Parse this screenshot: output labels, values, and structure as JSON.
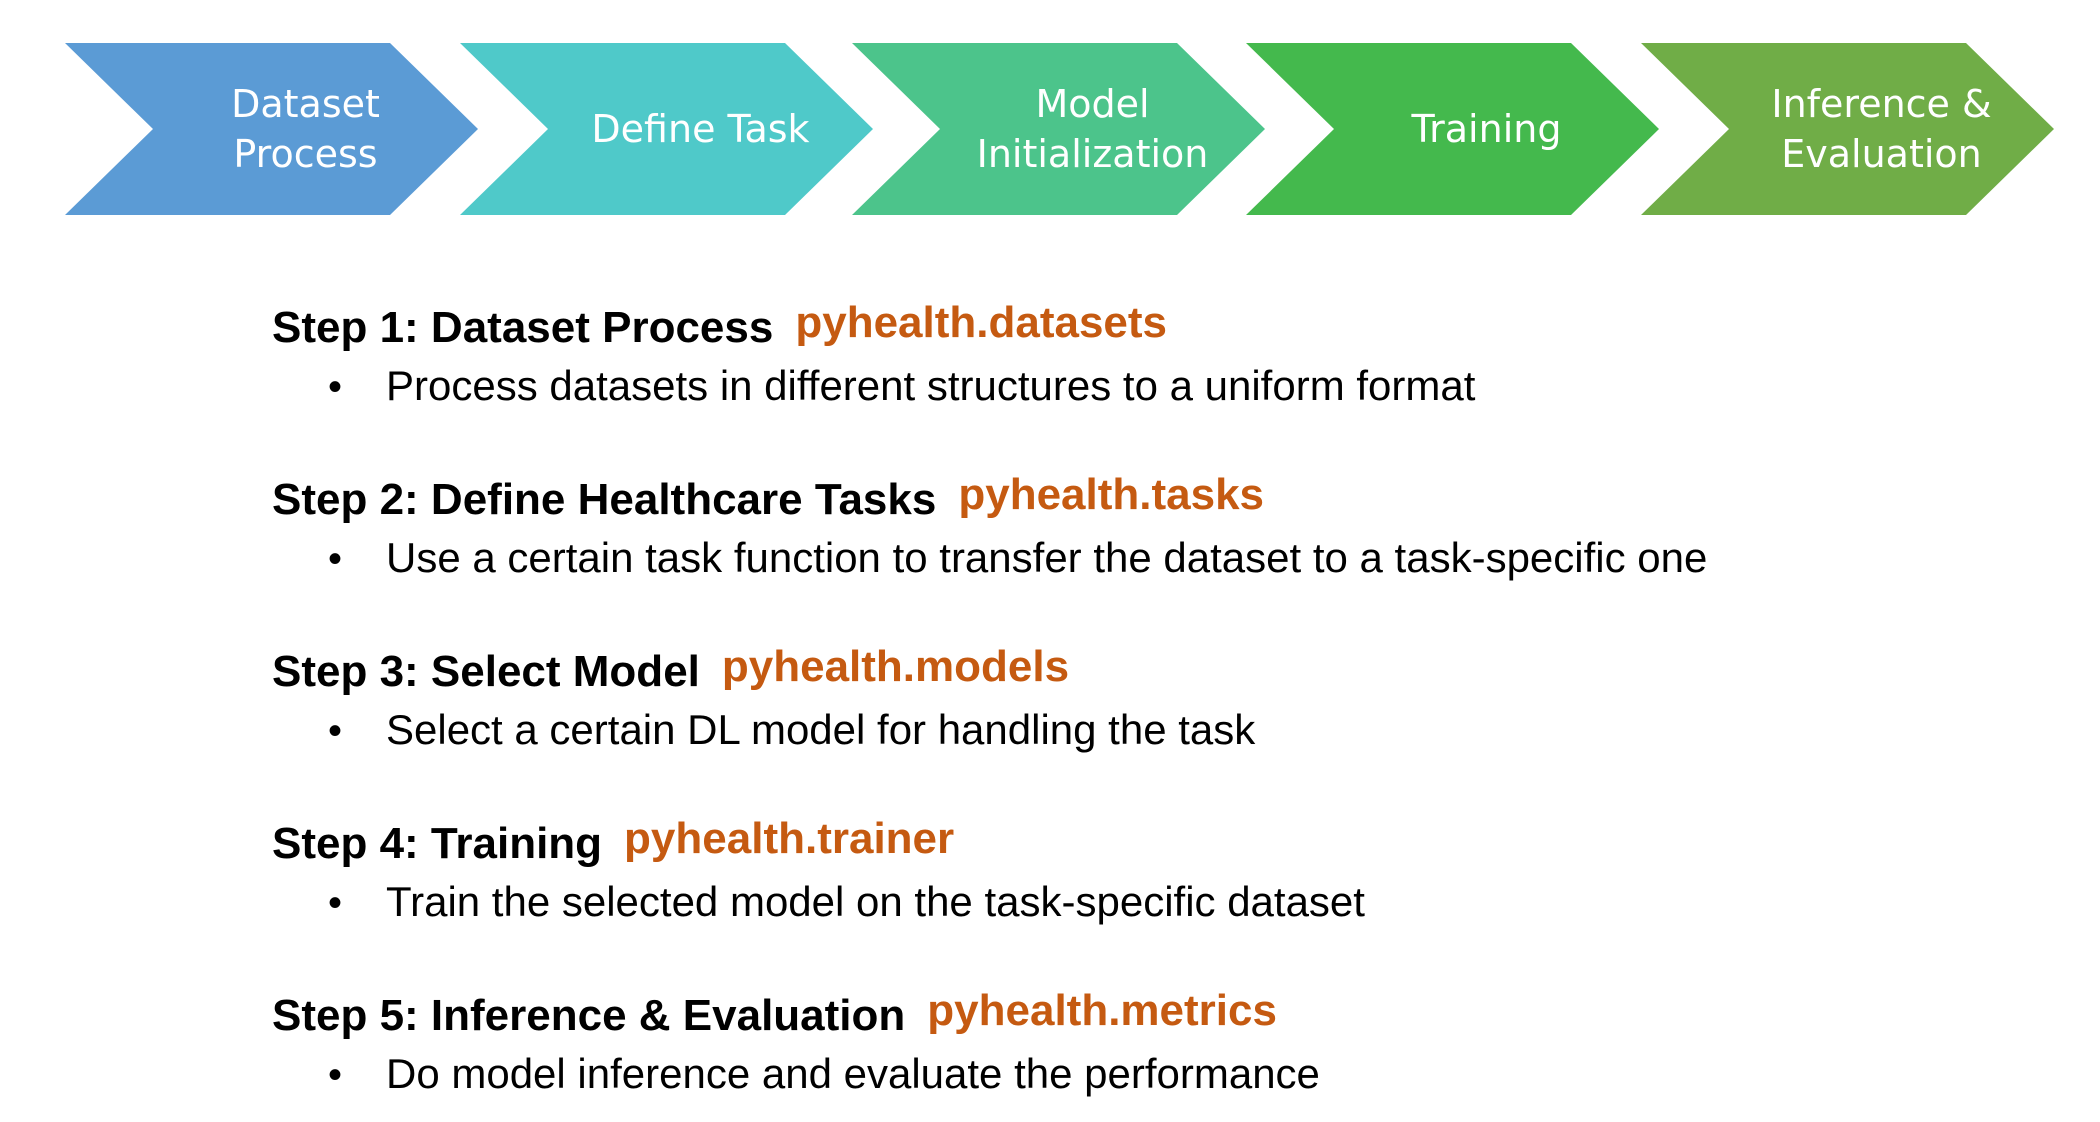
{
  "pipeline": {
    "stages": [
      {
        "lines": [
          "Dataset",
          "Process"
        ],
        "color": "#5b9bd5"
      },
      {
        "lines": [
          "Define Task"
        ],
        "color": "#4fc9c9"
      },
      {
        "lines": [
          "Model",
          "Initialization"
        ],
        "color": "#4cc48b"
      },
      {
        "lines": [
          "Training"
        ],
        "color": "#44b94d"
      },
      {
        "lines": [
          "Inference &",
          "Evaluation"
        ],
        "color": "#70ad47"
      }
    ]
  },
  "steps": [
    {
      "title": "Step 1: Dataset Process",
      "module": "pyhealth.datasets",
      "bullet": "•",
      "description": "Process datasets in different structures to a uniform format"
    },
    {
      "title": "Step 2: Define Healthcare Tasks",
      "module": "pyhealth.tasks",
      "bullet": "•",
      "description": "Use a certain task function to transfer the dataset to a task-specific one"
    },
    {
      "title": "Step 3: Select Model",
      "module": "pyhealth.models",
      "bullet": "•",
      "description": "Select a certain DL model for handling the task"
    },
    {
      "title": "Step 4: Training",
      "module": "pyhealth.trainer",
      "bullet": "•",
      "description": "Train the selected model on the task-specific dataset"
    },
    {
      "title": "Step 5: Inference & Evaluation",
      "module": "pyhealth.metrics",
      "bullet": "•",
      "description": "Do model inference and evaluate the performance"
    }
  ],
  "colors": {
    "module_text": "#c55a11",
    "step_text": "#000000"
  }
}
